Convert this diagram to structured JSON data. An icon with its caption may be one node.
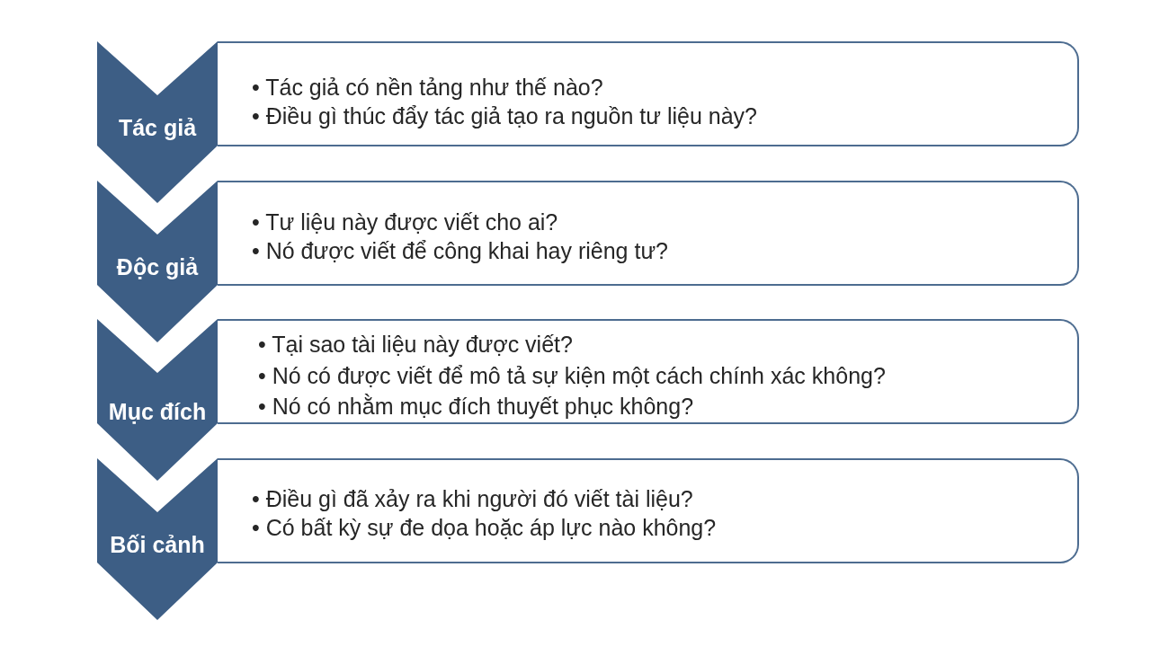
{
  "diagram": {
    "nodes": [
      {
        "text": [
          "Tác giả"
        ]
      },
      {
        "text": [
          "• Tác giả có nền tảng như thế nào?",
          "• Điều gì thúc đẩy tác giả tạo ra nguồn tư liệu này?"
        ]
      },
      {
        "text": [
          "Độc giả"
        ]
      },
      {
        "text": [
          "• Tư liệu này được viết cho ai?",
          "• Nó được viết để công khai hay riêng tư?"
        ]
      },
      {
        "text": [
          "Mục đích"
        ]
      },
      {
        "text": [
          "• Tại sao tài liệu này được viết?",
          "• Nó có được viết để mô tả sự kiện một cách chính xác không?",
          "• Nó có nhằm mục đích thuyết phục không?"
        ]
      },
      {
        "text": [
          "Bối cảnh"
        ]
      },
      {
        "text": [
          "• Điều gì đã xảy ra khi người đó viết tài liệu?",
          "• Có bất kỳ sự đe dọa hoặc áp lực nào không?"
        ]
      }
    ]
  }
}
